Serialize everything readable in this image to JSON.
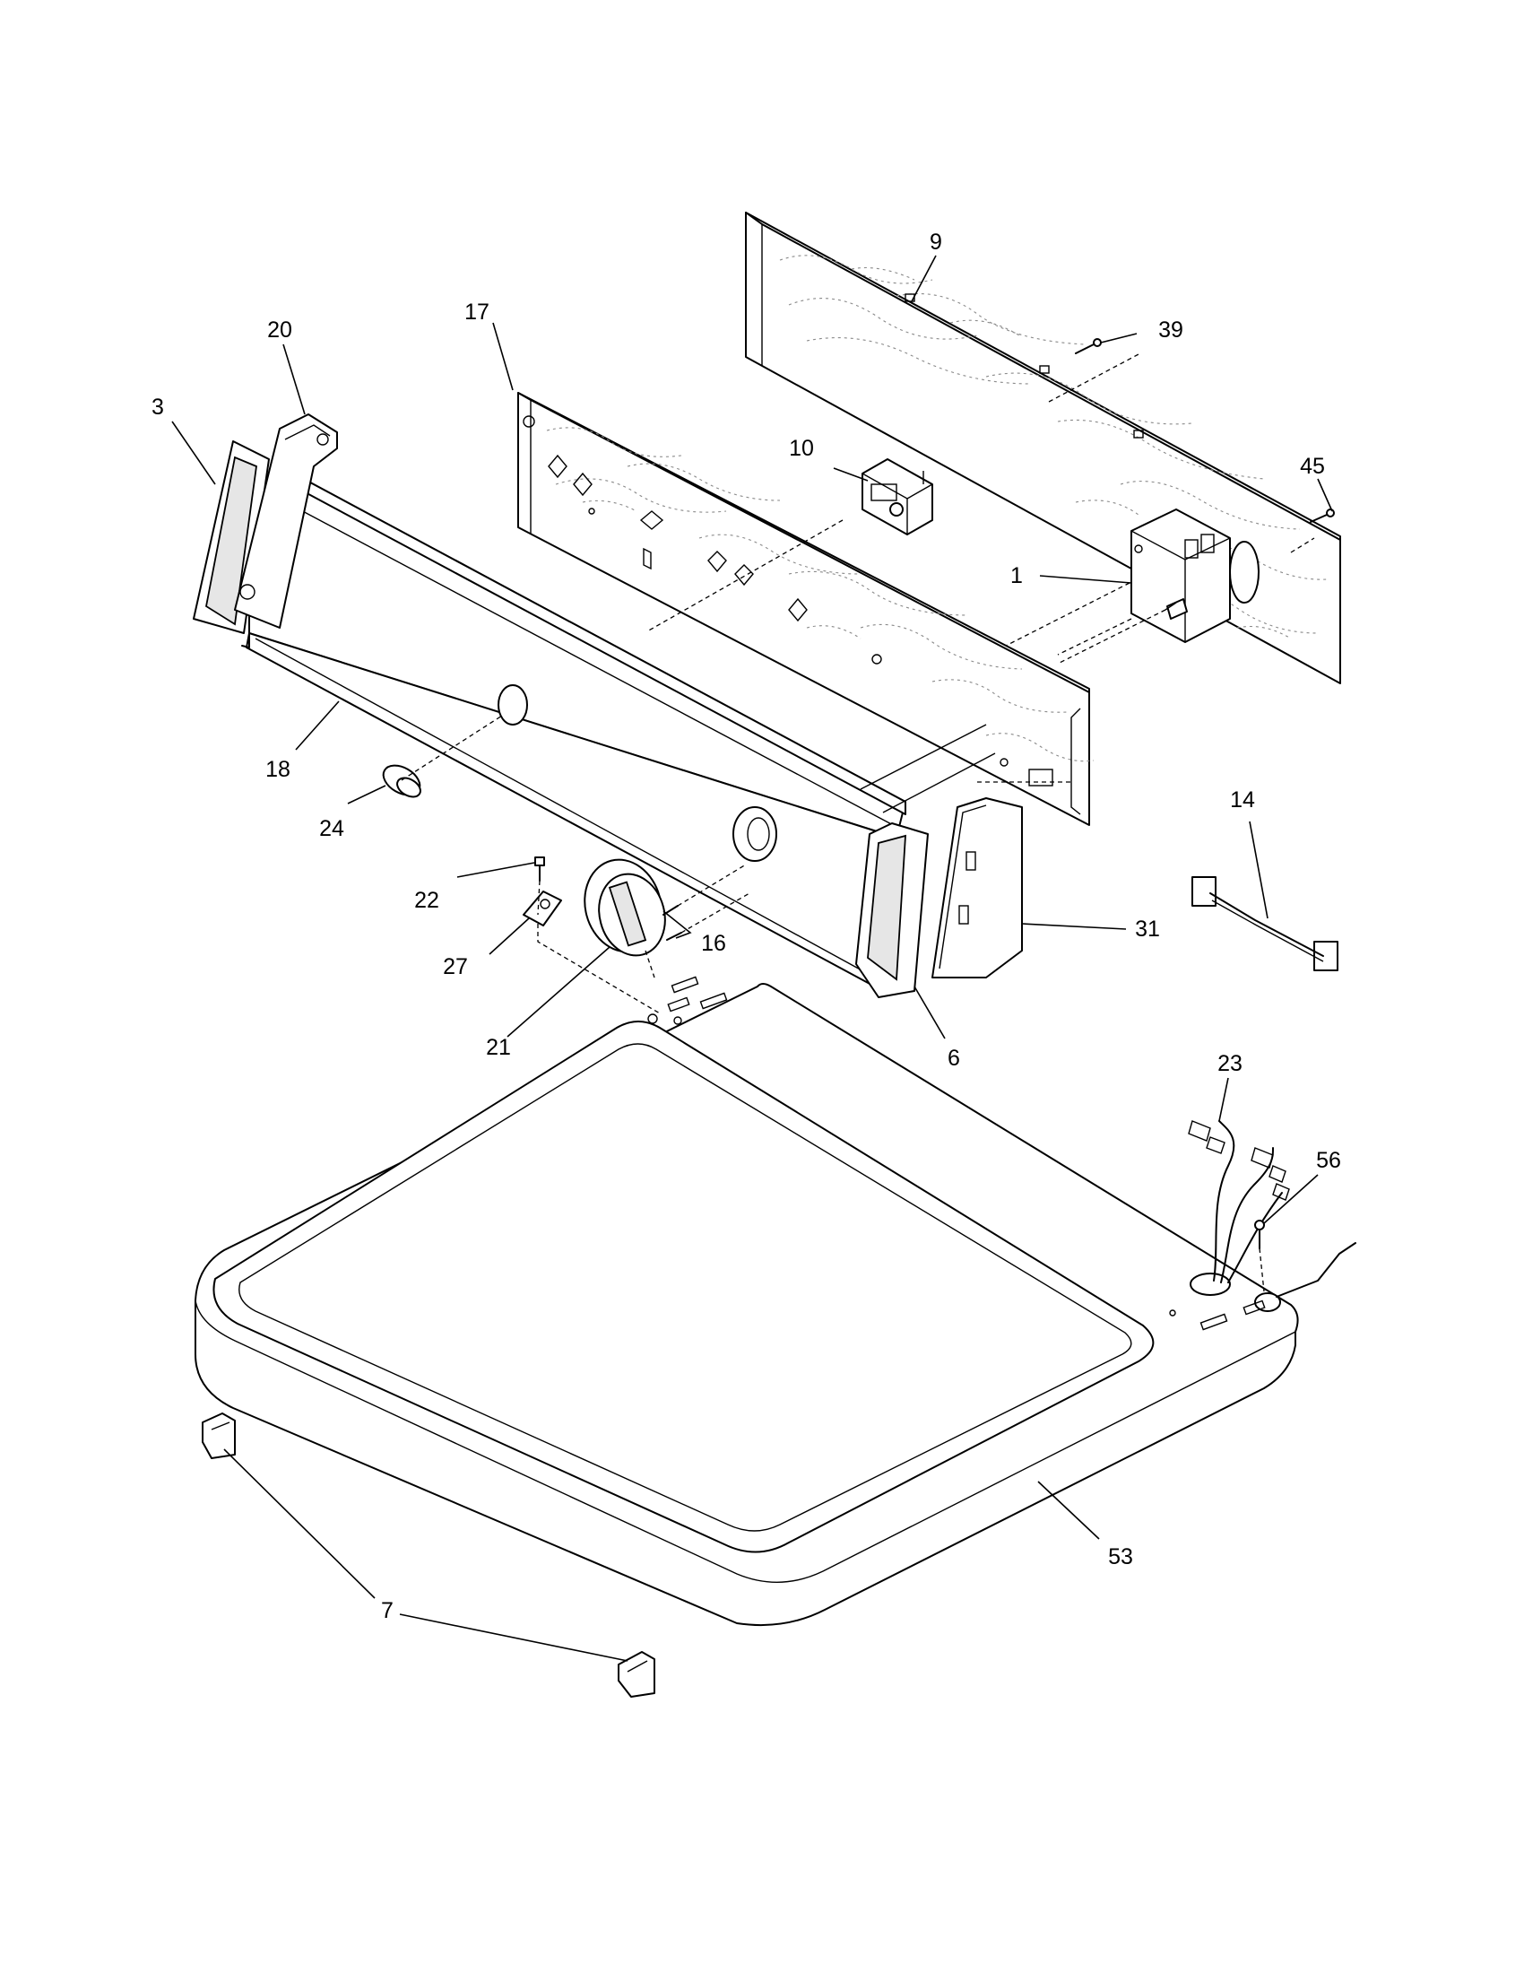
{
  "labels": {
    "c1": "1",
    "c3": "3",
    "c6": "6",
    "c7": "7",
    "c9": "9",
    "c10": "10",
    "c14": "14",
    "c16": "16",
    "c17": "17",
    "c18": "18",
    "c20": "20",
    "c21": "21",
    "c22": "22",
    "c23": "23",
    "c24": "24",
    "c27": "27",
    "c31": "31",
    "c39": "39",
    "c45": "45",
    "c53": "53",
    "c56": "56"
  }
}
